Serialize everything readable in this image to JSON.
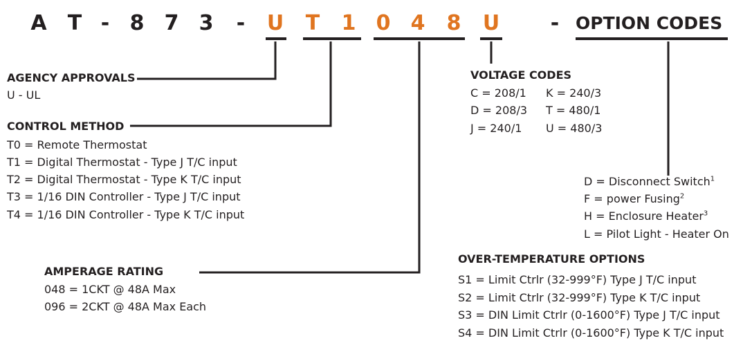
{
  "part_number": {
    "chars": [
      "A",
      "T",
      "-",
      "8",
      "7",
      "3",
      "-",
      "U",
      "T",
      "1",
      "0",
      "4",
      "8",
      "U",
      "-"
    ],
    "option_label": "OPTION CODES",
    "accent_color": "#e07520"
  },
  "agency": {
    "heading": "AGENCY APPROVALS",
    "items": [
      "U - UL"
    ]
  },
  "control": {
    "heading": "CONTROL METHOD",
    "items": [
      "T0 = Remote Thermostat",
      "T1 = Digital Thermostat - Type J T/C input",
      "T2 = Digital Thermostat - Type K T/C input",
      "T3 = 1/16 DIN Controller - Type J T/C input",
      "T4 = 1/16 DIN Controller - Type K T/C input"
    ]
  },
  "amperage": {
    "heading": "AMPERAGE RATING",
    "items": [
      "048 = 1CKT @ 48A Max",
      "096 = 2CKT @ 48A Max Each"
    ]
  },
  "voltage": {
    "heading": "VOLTAGE CODES",
    "left": [
      "C = 208/1",
      "D = 208/3",
      "J = 240/1"
    ],
    "right": [
      "K = 240/3",
      "T = 480/1",
      "U = 480/3"
    ]
  },
  "options": {
    "items": [
      {
        "text": "D = Disconnect Switch",
        "sup": "1"
      },
      {
        "text": "F = power Fusing",
        "sup": "2"
      },
      {
        "text": "H = Enclosure Heater",
        "sup": "3"
      },
      {
        "text": "L = Pilot Light - Heater On",
        "sup": ""
      }
    ]
  },
  "overtemp": {
    "heading": "OVER-TEMPERATURE OPTIONS",
    "items": [
      "S1 = Limit Ctrlr (32-999°F) Type J T/C input",
      "S2 = Limit Ctrlr (32-999°F) Type K T/C input",
      "S3 = DIN Limit Ctrlr (0-1600°F) Type J T/C input",
      "S4 = DIN Limit Ctrlr (0-1600°F) Type K T/C input"
    ]
  }
}
